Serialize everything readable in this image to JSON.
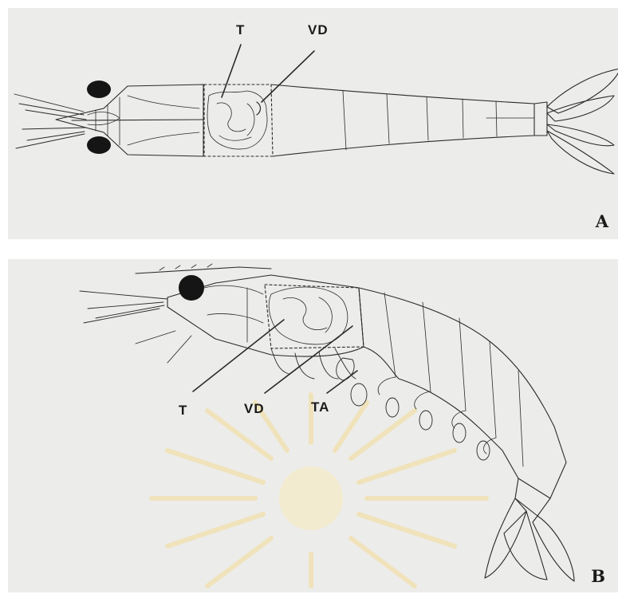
{
  "panel_a": {
    "letter": "A",
    "labels": {
      "t": "T",
      "vd": "VD"
    }
  },
  "panel_b": {
    "letter": "B",
    "labels": {
      "t": "T",
      "vd": "VD",
      "ta": "TA"
    }
  },
  "colors": {
    "background": "#ececea",
    "ink": "#2a2a2a",
    "watermark": "#f2dfa6"
  }
}
